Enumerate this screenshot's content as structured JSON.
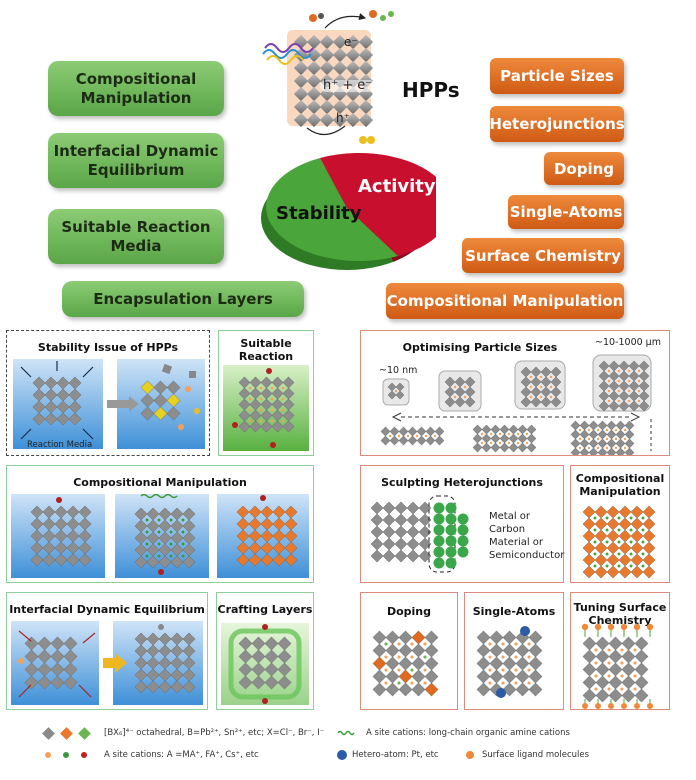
{
  "hub": {
    "hpps": "HPPs",
    "electron": "e⁻",
    "pair": "h⁺ + e⁻",
    "hole": "h⁺",
    "pie": {
      "stability": "Stability",
      "activity": "Activity",
      "stability_color": "#4aa63a",
      "activity_color": "#c8102e",
      "stability_share": 0.5,
      "activity_share": 0.5
    }
  },
  "stability_strategies": [
    "Compositional\nManipulation",
    "Interfacial Dynamic\nEquilibrium",
    "Suitable Reaction\nMedia",
    "Encapsulation Layers"
  ],
  "activity_strategies": [
    "Particle Sizes",
    "Heterojunctions",
    "Doping",
    "Single-Atoms",
    "Surface Chemistry",
    "Compositional Manipulation"
  ],
  "panels": {
    "stability_issue": {
      "title": "Stability Issue of HPPs",
      "media_label": "Reaction Media"
    },
    "suitable_media": {
      "title": "Suitable Reaction\nMedia"
    },
    "comp_manip_left": {
      "title": "Compositional Manipulation"
    },
    "interfacial": {
      "title": "Interfacial Dynamic Equilibrium"
    },
    "crafting": {
      "title": "Crafting Layers"
    },
    "particle_sizes": {
      "title": "Optimising Particle Sizes",
      "small": "~10 nm",
      "large": "~10-1000 μm"
    },
    "heterojunctions": {
      "title": "Sculpting  Heterojunctions",
      "material": "Metal or\nCarbon\nMaterial or\nSemiconductor"
    },
    "comp_manip_right": {
      "title": "Compositional\nManipulation"
    },
    "doping": {
      "title": "Doping"
    },
    "single_atoms": {
      "title": "Single-Atoms"
    },
    "surface": {
      "title": "Tuning Surface\nChemistry"
    }
  },
  "legend": {
    "octahedral": "[BX₆]⁴⁻ octahedral, B=Pb²⁺, Sn²⁺, etc; X=Cl⁻, Br⁻, I⁻",
    "a_site": "A site cations: A =MA⁺, FA⁺, Cs⁺, etc",
    "long_chain": "A site cations: long-chain organic amine cations",
    "hetero_atom": "Hetero-atom: Pt, etc",
    "ligand": "Surface ligand molecules"
  },
  "colors": {
    "green_box": "#6ab653",
    "orange_box": "#e06a20",
    "green_border": "#8fd09a",
    "orange_border": "#e08a7c",
    "diamond_gray": "#8a8a8a",
    "diamond_orange": "#e8782c",
    "media_blue": "#3e90d8",
    "hetero_blue": "#2c5ba8"
  }
}
